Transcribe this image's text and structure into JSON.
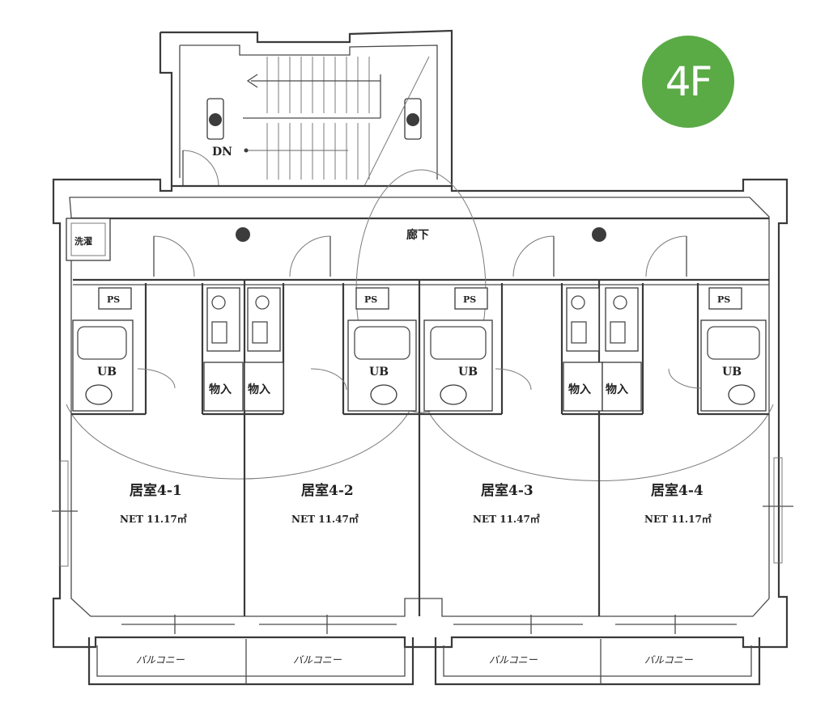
{
  "floor_label": "4F",
  "stair_label": "DN",
  "corridor_label": "廊下",
  "laundry_label": "洗濯",
  "ps_label": "PS",
  "bath_label": "UB",
  "closet_label": "物入",
  "balcony_label": "バルコニー",
  "units": [
    {
      "name": "居室4-1",
      "area": "NET 11.17㎡"
    },
    {
      "name": "居室4-2",
      "area": "NET 11.47㎡"
    },
    {
      "name": "居室4-3",
      "area": "NET 11.47㎡"
    },
    {
      "name": "居室4-4",
      "area": "NET 11.17㎡"
    }
  ],
  "colors": {
    "badge": "#5aaa46",
    "line": "#3a3a3a"
  }
}
